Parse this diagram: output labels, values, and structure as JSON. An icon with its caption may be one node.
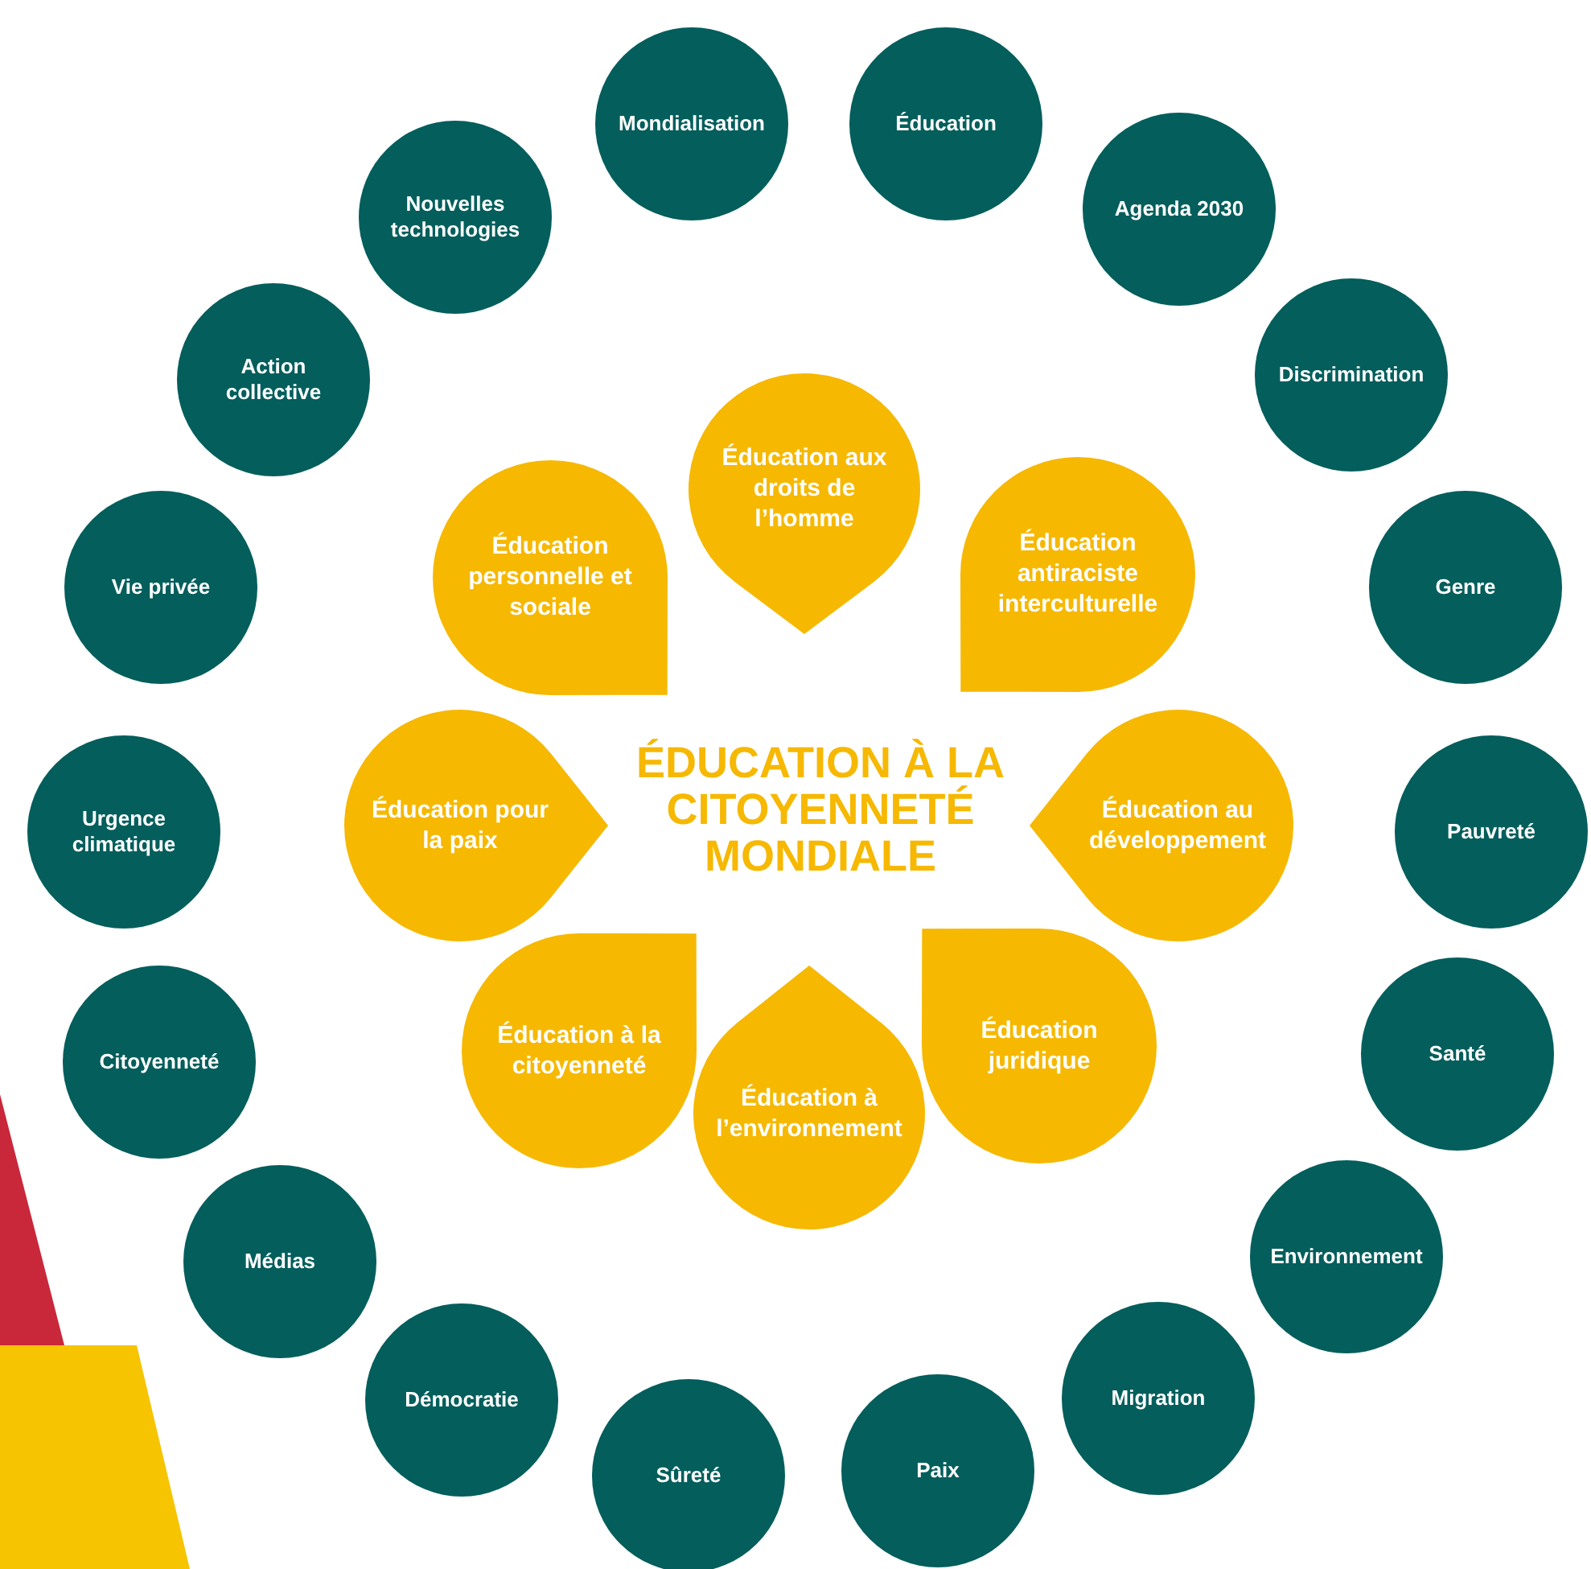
{
  "diagram": {
    "title": "ÉDUCATION À LA CITOYENNETÉ MONDIALE",
    "nodes": [
      {
        "text": [
          "Mondialisation"
        ]
      },
      {
        "text": [
          "Éducation"
        ]
      },
      {
        "text": [
          "Agenda 2030"
        ]
      },
      {
        "text": [
          "Discrimination"
        ]
      },
      {
        "text": [
          "Genre"
        ]
      },
      {
        "text": [
          "Pauvreté"
        ]
      },
      {
        "text": [
          "Santé"
        ]
      },
      {
        "text": [
          "Environnement"
        ]
      },
      {
        "text": [
          "Migration"
        ]
      },
      {
        "text": [
          "Paix"
        ]
      },
      {
        "text": [
          "Sûreté"
        ]
      },
      {
        "text": [
          "Démocratie"
        ]
      },
      {
        "text": [
          "Médias"
        ]
      },
      {
        "text": [
          "Citoyenneté"
        ]
      },
      {
        "text": [
          "Urgence climatique"
        ]
      },
      {
        "text": [
          "Vie privée"
        ]
      },
      {
        "text": [
          "Action collective"
        ]
      },
      {
        "text": [
          "Nouvelles technologies"
        ]
      },
      {
        "text": [
          "Éducation aux droits de l’homme"
        ]
      },
      {
        "text": [
          "Éducation antiraciste interculturelle"
        ]
      },
      {
        "text": [
          "Éducation au développement"
        ]
      },
      {
        "text": [
          "Éducation juridique"
        ]
      },
      {
        "text": [
          "Éducation à l’environnement"
        ]
      },
      {
        "text": [
          "Éducation à la citoyenneté"
        ]
      },
      {
        "text": [
          "Éducation pour la paix"
        ]
      },
      {
        "text": [
          "Éducation personnelle et sociale"
        ]
      }
    ]
  }
}
